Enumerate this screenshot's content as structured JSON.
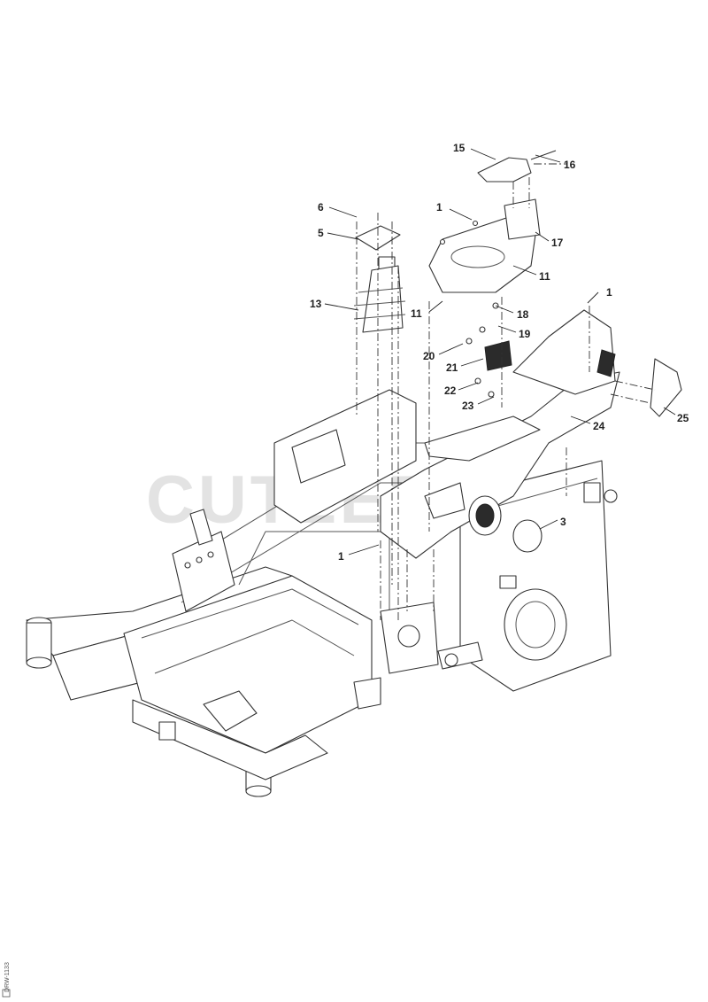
{
  "watermark": "CUTLERS",
  "side_code": "DRW-1133",
  "callouts": [
    {
      "id": "c15",
      "label": "15"
    },
    {
      "id": "c16",
      "label": "16"
    },
    {
      "id": "c1a",
      "label": "1"
    },
    {
      "id": "c17",
      "label": "17"
    },
    {
      "id": "c6",
      "label": "6"
    },
    {
      "id": "c5",
      "label": "5"
    },
    {
      "id": "c11a",
      "label": "11"
    },
    {
      "id": "c11b",
      "label": "11"
    },
    {
      "id": "c13",
      "label": "13"
    },
    {
      "id": "c1b",
      "label": "1"
    },
    {
      "id": "c18",
      "label": "18"
    },
    {
      "id": "c19",
      "label": "19"
    },
    {
      "id": "c20",
      "label": "20"
    },
    {
      "id": "c21",
      "label": "21"
    },
    {
      "id": "c22",
      "label": "22"
    },
    {
      "id": "c23",
      "label": "23"
    },
    {
      "id": "c24",
      "label": "24"
    },
    {
      "id": "c25",
      "label": "25"
    },
    {
      "id": "c1c",
      "label": "1"
    },
    {
      "id": "c3",
      "label": "3"
    }
  ]
}
